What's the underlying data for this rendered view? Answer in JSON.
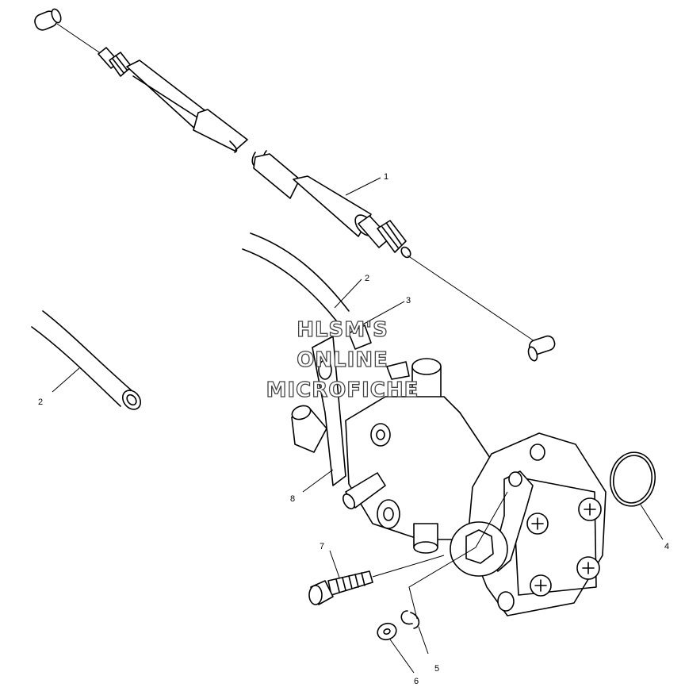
{
  "watermark": {
    "line1": "HLSM'S",
    "line2": "ONLINE",
    "line3": "MICROFICHE"
  },
  "callouts": [
    {
      "id": "cable",
      "label": "1"
    },
    {
      "id": "hose-upper",
      "label": "2"
    },
    {
      "id": "hose-left",
      "label": "2"
    },
    {
      "id": "clip-upper",
      "label": "3"
    },
    {
      "id": "o-ring",
      "label": "4"
    },
    {
      "id": "e-clip",
      "label": "5"
    },
    {
      "id": "washer",
      "label": "6"
    },
    {
      "id": "bolt",
      "label": "7"
    },
    {
      "id": "bracket",
      "label": "8"
    }
  ]
}
